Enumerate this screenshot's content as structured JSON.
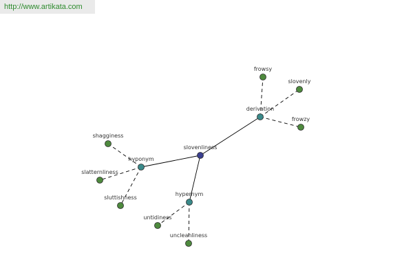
{
  "watermark": {
    "url_text": "http://www.artikata.com"
  },
  "colors": {
    "root": "#3a3f8f",
    "relation": "#3a8a8a",
    "leaf": "#4e8a3e",
    "url_bg": "#eaeaea",
    "url_text": "#2e8b2e"
  },
  "graph": {
    "root": {
      "id": "slovenliness",
      "label": "slovenliness"
    },
    "relations": [
      {
        "id": "derivation",
        "label": "derivation",
        "words": [
          {
            "id": "frowsy",
            "label": "frowsy"
          },
          {
            "id": "slovenly",
            "label": "slovenly"
          },
          {
            "id": "frowzy",
            "label": "frowzy"
          }
        ]
      },
      {
        "id": "hyponym",
        "label": "hyponym",
        "words": [
          {
            "id": "shagginess",
            "label": "shagginess"
          },
          {
            "id": "slatternliness",
            "label": "slatternliness"
          },
          {
            "id": "sluttishness",
            "label": "sluttishness"
          }
        ]
      },
      {
        "id": "hypernym",
        "label": "hypernym",
        "words": [
          {
            "id": "untidiness",
            "label": "untidiness"
          },
          {
            "id": "uncleanliness",
            "label": "uncleanliness"
          }
        ]
      }
    ]
  }
}
